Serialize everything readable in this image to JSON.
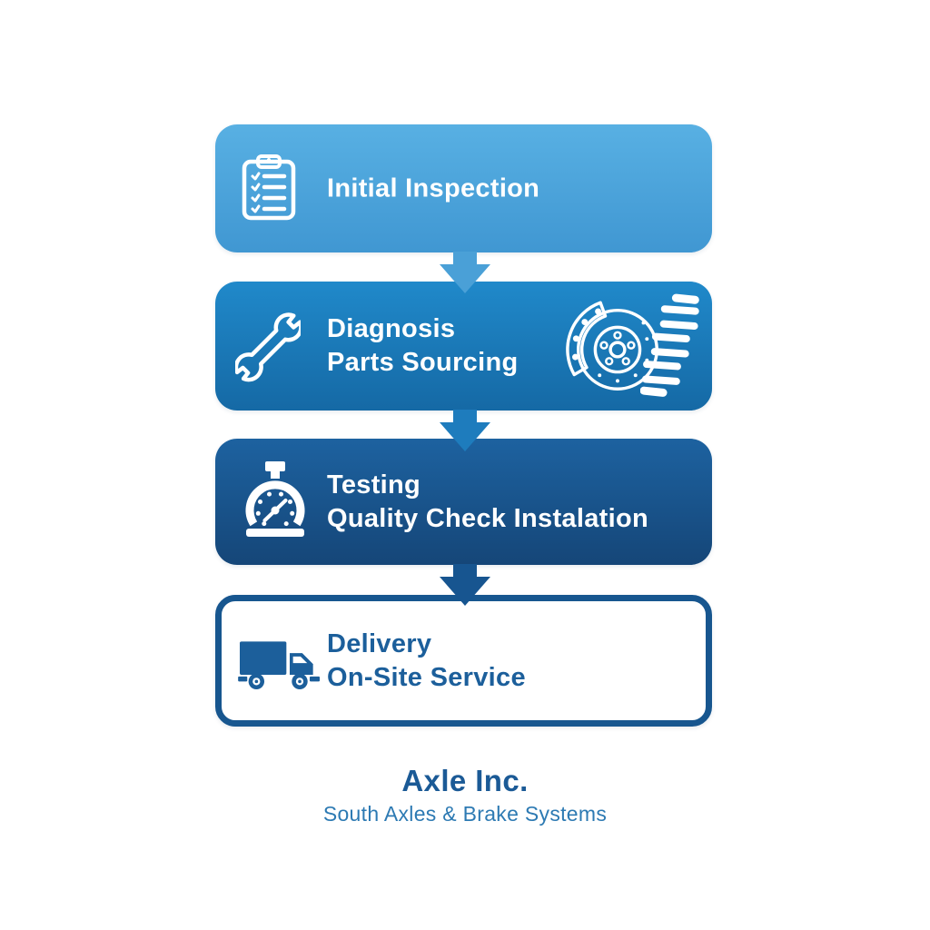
{
  "background": "#ffffff",
  "steps": [
    {
      "title_lines": [
        "Initial Inspection"
      ],
      "icon": "clipboard-icon",
      "colors": {
        "top": "#58b0e3",
        "bottom": "#4097d2"
      },
      "text_color": "#ffffff"
    },
    {
      "title_lines": [
        "Diagnosis",
        "Parts Sourcing"
      ],
      "icon": "wrench-icon",
      "side_icons": [
        "brake-disc-icon",
        "coil-spring-icon"
      ],
      "colors": {
        "top": "#2089ca",
        "bottom": "#1569a5"
      },
      "text_color": "#ffffff"
    },
    {
      "title_lines": [
        "Testing",
        "Quality Check Instalation"
      ],
      "icon": "stopwatch-icon",
      "colors": {
        "top": "#1d62a0",
        "bottom": "#154678"
      },
      "text_color": "#ffffff"
    },
    {
      "title_lines": [
        "Delivery",
        "On-Site Service"
      ],
      "icon": "truck-icon",
      "colors": {
        "background": "#ffffff",
        "border": "#17568f"
      },
      "text_color": "#1c5f9b"
    }
  ],
  "arrows": [
    {
      "color": "#4aa0d7"
    },
    {
      "color": "#1e7cbd"
    },
    {
      "color": "#175590"
    }
  ],
  "footer": {
    "title": "Axle Inc.",
    "subtitle": "South Axles & Brake Systems",
    "title_color": "#1b5a96",
    "subtitle_color": "#2d7ab3"
  }
}
